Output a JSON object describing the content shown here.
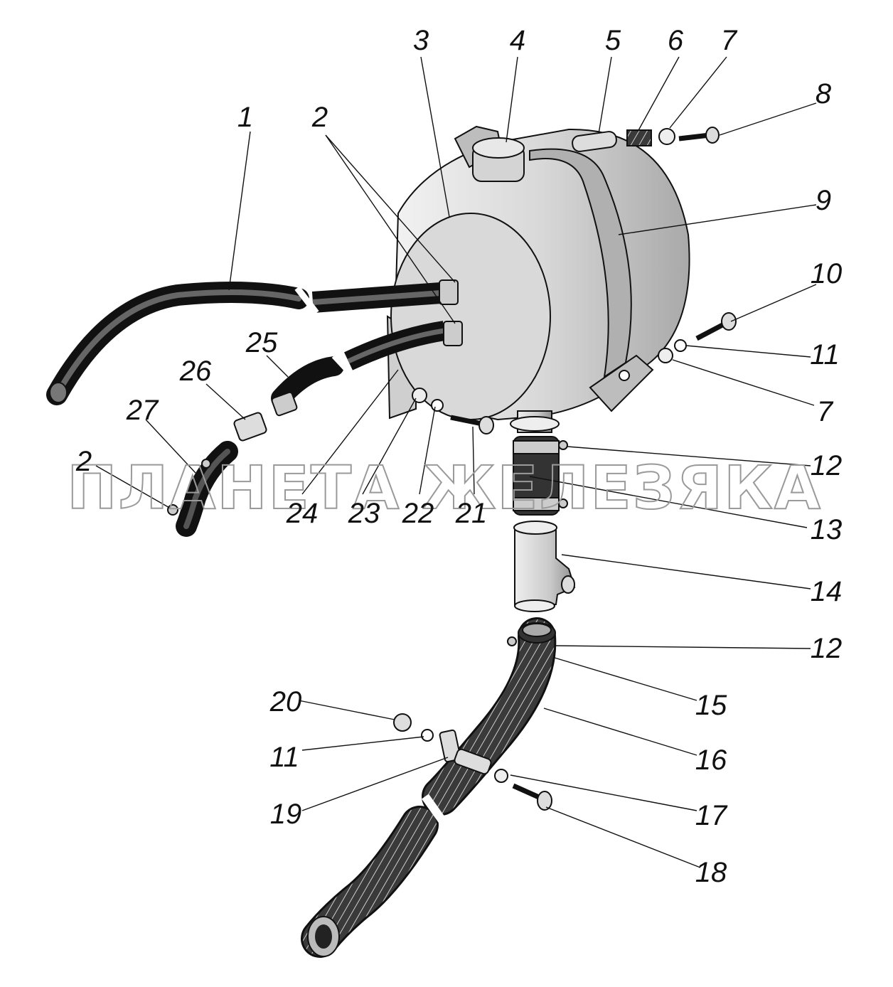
{
  "watermark": "ПЛАНЕТА ЖЕЛЕЗЯКА",
  "labels": {
    "l1": "1",
    "l2a": "2",
    "l2b": "2",
    "l3": "3",
    "l4": "4",
    "l5": "5",
    "l6": "6",
    "l7a": "7",
    "l7b": "7",
    "l8": "8",
    "l9": "9",
    "l10": "10",
    "l11a": "11",
    "l11b": "11",
    "l12a": "12",
    "l12b": "12",
    "l13": "13",
    "l14": "14",
    "l15": "15",
    "l16": "16",
    "l17": "17",
    "l18": "18",
    "l19": "19",
    "l20": "20",
    "l21": "21",
    "l22": "22",
    "l23": "23",
    "l24": "24",
    "l25": "25",
    "l26": "26",
    "l27": "27"
  }
}
